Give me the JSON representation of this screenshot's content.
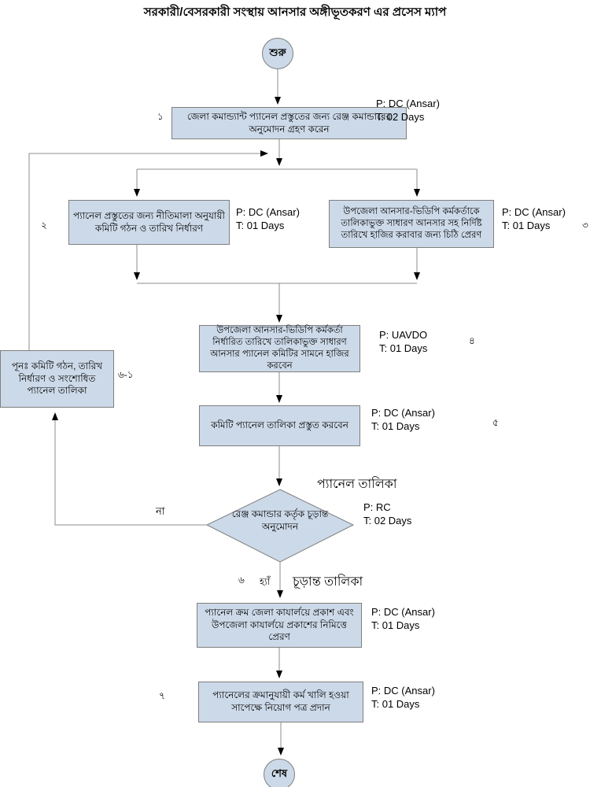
{
  "title": "সরকারী/বেসরকারী সংস্থায় আনসার অঙ্গীভূতকরণ এর প্রসেস ম্যাপ",
  "colors": {
    "node_fill": "#ccd9e8",
    "node_border": "#7f7f7f",
    "line": "#8c8c8c",
    "arrow": "#000000"
  },
  "start": {
    "label": "শুরু"
  },
  "end": {
    "label": "শেষ"
  },
  "steps": {
    "step1": {
      "number": "১",
      "text": "জেলা কমান্ড্যান্ট প্যানেল প্রস্তুতের জন্য রেঞ্জ কমান্ডারের অনুমোদন গ্রহণ করেন",
      "p": "P: DC (Ansar)",
      "t": "T: 02 Days"
    },
    "step2": {
      "number": "২",
      "text": "প্যানেল প্রস্তুতের জন্য নীতিমালা অনুযায়ী কমিটি গঠন ও তারিখ নির্ধারণ",
      "p": "P: DC (Ansar)",
      "t": "T: 01 Days"
    },
    "step3": {
      "number": "৩",
      "text": "উপজেলা আনসার-ভিডিপি কর্মকর্তাকে তালিকাভুক্ত সাধারণ আনসার সহ নির্দিষ্ট তারিখে হাজির করাবার জন্য চিঠি প্রেরণ",
      "p": "P: DC (Ansar)",
      "t": "T: 01 Days"
    },
    "step4": {
      "number": "৪",
      "text": "উপজেলা আনসার-ভিডিপি কর্মকর্তা নির্ধারিত তারিখে তালিকাভুক্ত সাধারণ আনসার প্যানেল কমিটির সামনে হাজির করবেন",
      "p": "P: UAVDO",
      "t": "T: 01 Days"
    },
    "step5": {
      "number": "৫",
      "text": "কমিটি প্যানেল তালিকা প্রস্তুত করবেন",
      "p": "P: DC (Ansar)",
      "t": "T: 01 Days"
    },
    "decision": {
      "number": "৬",
      "text": "রেঞ্জ কমান্ডার কর্তৃক চূড়ান্ত অনুমোদন",
      "p": "P: RC",
      "t": "T: 02 Days",
      "label_above": "প্যানেল তালিকা",
      "no_label": "না",
      "yes_label": "হ্যাঁ",
      "yes_result_label": "চূড়ান্ত তালিকা"
    },
    "rework": {
      "number": "৬-১",
      "text": "পূনঃ  কমিটি গঠন, তারিখ নির্ধারণ ও সংশোধিত প্যানেল তালিকা"
    },
    "step6": {
      "text": "প্যানেল ক্রম জেলা কাযার্লয়ে প্রকাশ এবং উপজেলা কাযার্লয়ে প্রকাশের নিমিত্তে প্রেরণ",
      "p": "P: DC (Ansar)",
      "t": "T: 01 Days"
    },
    "step7": {
      "number": "৭",
      "text": "প্যানেলের ক্রমানুযায়ী কর্ম খালি হওয়া সাপেক্ষে নিয়োগ পত্র প্রদান",
      "p": "P: DC (Ansar)",
      "t": "T: 01 Days"
    }
  }
}
